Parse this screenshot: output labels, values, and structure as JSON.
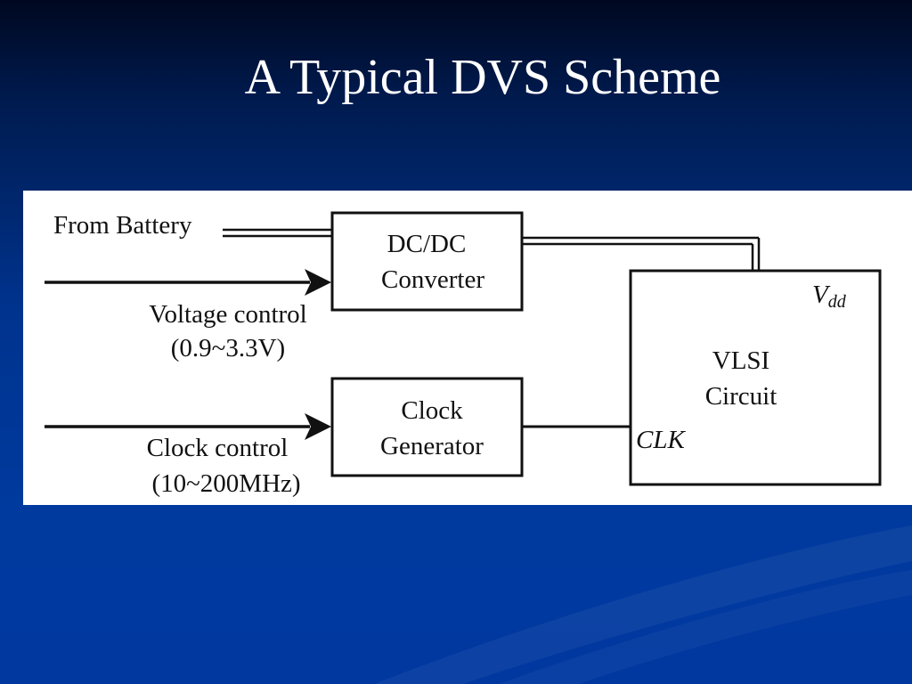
{
  "slide": {
    "title": "A Typical DVS Scheme",
    "colors": {
      "background": "#0038a0",
      "diagram_bg": "#ffffff",
      "ink": "#111111"
    }
  },
  "diagram": {
    "inputs": {
      "battery": "From Battery",
      "voltage_control": "Voltage control",
      "voltage_range": "(0.9~3.3V)",
      "clock_control": "Clock control",
      "clock_range": "(10~200MHz)"
    },
    "boxes": {
      "dcdc": {
        "line1": "DC/DC",
        "line2": "Converter"
      },
      "clock_gen": {
        "line1": "Clock",
        "line2": "Generator"
      },
      "vlsi": {
        "line1": "VLSI",
        "line2": "Circuit"
      }
    },
    "ports": {
      "vdd": "V",
      "vdd_sub": "dd",
      "clk": "CLK"
    }
  }
}
